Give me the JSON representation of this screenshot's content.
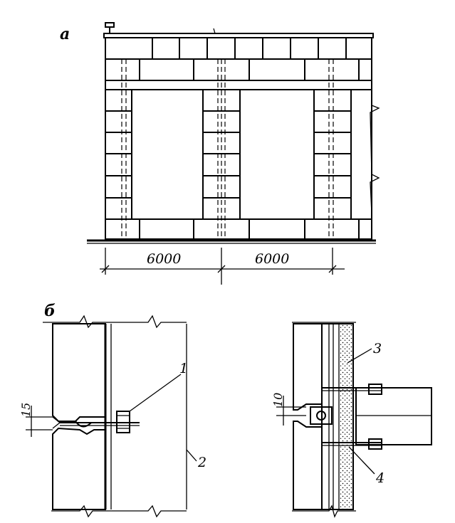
{
  "diagram": {
    "label_a": "a",
    "label_b": "б",
    "dimensions": [
      "6000",
      "6000"
    ],
    "dim_15": "15",
    "dim_10": "10",
    "callouts": [
      "1",
      "2",
      "3",
      "4"
    ]
  },
  "colors": {
    "ink": "#000000",
    "paper": "#ffffff"
  }
}
